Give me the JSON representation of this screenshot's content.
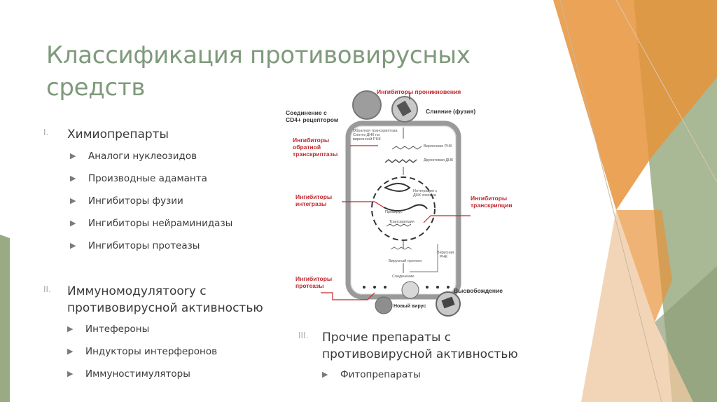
{
  "title": "Классификация противовирусных средств",
  "colors": {
    "title": "#7f9a7c",
    "accent_orange": "#e8933a",
    "accent_green": "#9aab83",
    "diagram_red": "#c0262b"
  },
  "sections": [
    {
      "num": "I.",
      "text": "Химиопрепарты",
      "items": [
        "Аналоги нуклеозидов",
        "Производные адаманта",
        "Ингибиторы фузии",
        "Ингибиторы нейраминидазы",
        "Ингибиторы протеазы"
      ]
    },
    {
      "num": "II.",
      "text_line1": "Иммуномодулятоory с",
      "text_line2": "противовирусной активностью",
      "items": [
        "Интефероны",
        "Индукторы интерферонов",
        "Иммуностимуляторы"
      ]
    },
    {
      "num": "III.",
      "text_line1": "Прочие препараты с",
      "text_line2": "противовирусной активностью",
      "items": [
        "Фитопрепараты"
      ]
    }
  ],
  "diagram": {
    "labels": {
      "entry_inhibitors": "Ингибиторы проникновения",
      "cd4_line1": "Соединение с",
      "cd4_line2": "CD4+ рецептором",
      "fusion": "Слияние (фузия)",
      "rt_inh_1": "Ингибиторы",
      "rt_inh_2": "обратной",
      "rt_inh_3": "транскриптазы",
      "integrase_inh_1": "Ингибиторы",
      "integrase_inh_2": "интегразы",
      "transcription_inh_1": "Ингибиторы",
      "transcription_inh_2": "транскрипции",
      "protease_inh_1": "Ингибиторы",
      "protease_inh_2": "протеазы",
      "release": "Высвобождение",
      "new_virus": "Новый вирус"
    },
    "small": {
      "rt_1": "Обратная транскриптаза",
      "rt_2": "Синтез ДНК на",
      "rt_3": "вирионной РНК",
      "virion_rna": "Вирионная РНК",
      "ds_dna": "Двунитевая ДНК",
      "integration_1": "Интеграция с",
      "integration_2": "ДНК хозяина",
      "provirus": "Провирус",
      "transcription": "Транскрипция",
      "viral_protein": "Вирусный протеин",
      "viral_rna_1": "Вирусная",
      "viral_rna_2": "РНК",
      "assembly": "Соединение"
    }
  }
}
